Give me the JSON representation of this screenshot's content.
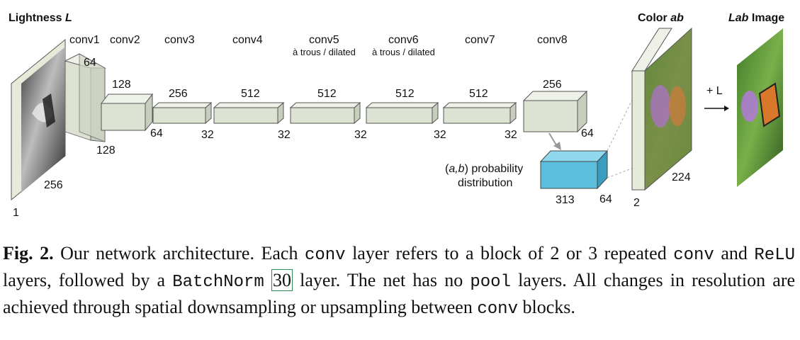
{
  "figure": {
    "input_title_prefix": "Lightness ",
    "input_title_var": "L",
    "input_dims": {
      "depth": "1",
      "height": "256"
    },
    "layers": [
      {
        "name": "conv1",
        "sub": "",
        "top": "64",
        "bottom": "128"
      },
      {
        "name": "conv2",
        "sub": "",
        "top": "128",
        "bottom": "64"
      },
      {
        "name": "conv3",
        "sub": "",
        "top": "256",
        "bottom": "32"
      },
      {
        "name": "conv4",
        "sub": "",
        "top": "512",
        "bottom": "32"
      },
      {
        "name": "conv5",
        "sub": "à trous / dilated",
        "top": "512",
        "bottom": "32"
      },
      {
        "name": "conv6",
        "sub": "à trous / dilated",
        "top": "512",
        "bottom": "32"
      },
      {
        "name": "conv7",
        "sub": "",
        "top": "512",
        "bottom": "32"
      },
      {
        "name": "conv8",
        "sub": "",
        "top": "256",
        "bottom": "64"
      }
    ],
    "prob": {
      "label_var": "a,b",
      "label_line1_suffix": " probability",
      "label_line2": "distribution",
      "dim_width": "313",
      "dim_height": "64"
    },
    "color_title_prefix": "Color ",
    "color_title_var": "ab",
    "color_dims": {
      "depth": "2",
      "height": "224"
    },
    "plus_l": "+ L",
    "lab_title_var": "Lab",
    "lab_title_suffix": " Image",
    "colors": {
      "block_face": "#dde3d2",
      "block_side": "#c8cebd",
      "block_top": "#eef1e8",
      "prob_face": "#5bc0de",
      "prob_side": "#3a9cbf",
      "prob_top": "#8fd8ee"
    }
  },
  "caption": {
    "fig_label": "Fig. 2.",
    "t1": " Our network architecture. Each ",
    "m1": "conv",
    "t2": " layer refers to a block of 2 or 3 repeated ",
    "m2": "conv",
    "t3": " and ",
    "m3": "ReLU",
    "t4": " layers, followed by a ",
    "m4": "BatchNorm",
    "t5": " ",
    "ref": "30",
    "t6": " layer. The net has no ",
    "m5": "pool",
    "t7": " layers. All changes in resolution are achieved through spatial downsampling or upsampling between ",
    "m6": "conv",
    "t8": " blocks."
  }
}
